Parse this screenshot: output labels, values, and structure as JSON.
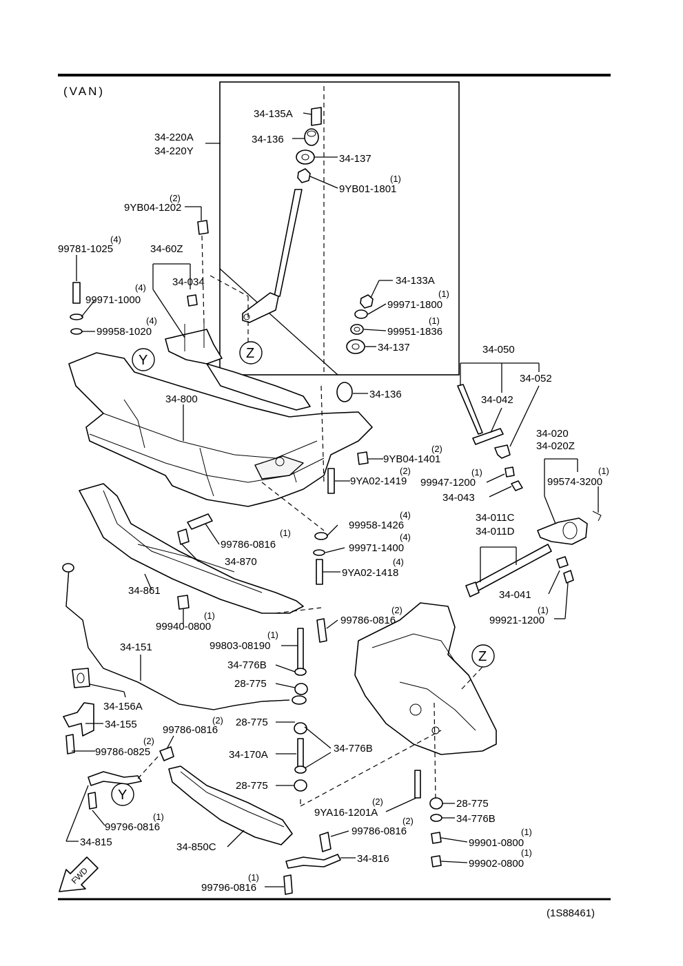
{
  "header": {
    "variant": "(VAN)"
  },
  "footer": {
    "diagram_code": "(1S88461)"
  },
  "markers": {
    "y": "Y",
    "z": "Z",
    "fwd": "FWD"
  },
  "callouts": [
    {
      "id": "c1",
      "text": "34-135A"
    },
    {
      "id": "c2",
      "text": "34-136"
    },
    {
      "id": "c3",
      "text": "34-137"
    },
    {
      "id": "c4",
      "text": "9YB01-1801",
      "qty": "(1)"
    },
    {
      "id": "c5",
      "text": "34-220A"
    },
    {
      "id": "c6",
      "text": "34-220Y"
    },
    {
      "id": "c7",
      "text": "9YB04-1202",
      "qty": "(2)"
    },
    {
      "id": "c8",
      "text": "99781-1025",
      "qty": "(4)"
    },
    {
      "id": "c9",
      "text": "34-60Z"
    },
    {
      "id": "c10",
      "text": "34-034"
    },
    {
      "id": "c11",
      "text": "99971-1000",
      "qty": "(4)"
    },
    {
      "id": "c12",
      "text": "99958-1020",
      "qty": "(4)"
    },
    {
      "id": "c13",
      "text": "34-133A"
    },
    {
      "id": "c14",
      "text": "99971-1800",
      "qty": "(1)"
    },
    {
      "id": "c15",
      "text": "99951-1836",
      "qty": "(1)"
    },
    {
      "id": "c16",
      "text": "34-137"
    },
    {
      "id": "c17",
      "text": "34-136"
    },
    {
      "id": "c18",
      "text": "34-050"
    },
    {
      "id": "c19",
      "text": "34-052"
    },
    {
      "id": "c20",
      "text": "34-042"
    },
    {
      "id": "c21",
      "text": "34-800"
    },
    {
      "id": "c22",
      "text": "9YB04-1401",
      "qty": "(2)"
    },
    {
      "id": "c23",
      "text": "9YA02-1419",
      "qty": "(2)"
    },
    {
      "id": "c24",
      "text": "34-020"
    },
    {
      "id": "c25",
      "text": "34-020Z"
    },
    {
      "id": "c26",
      "text": "99574-3200",
      "qty": "(1)"
    },
    {
      "id": "c27",
      "text": "99947-1200",
      "qty": "(1)"
    },
    {
      "id": "c28",
      "text": "34-043"
    },
    {
      "id": "c29",
      "text": "99958-1426",
      "qty": "(4)"
    },
    {
      "id": "c30",
      "text": "99971-1400",
      "qty": "(4)"
    },
    {
      "id": "c31",
      "text": "9YA02-1418",
      "qty": "(4)"
    },
    {
      "id": "c32",
      "text": "99786-0816",
      "qty": "(1)"
    },
    {
      "id": "c33",
      "text": "34-870"
    },
    {
      "id": "c34",
      "text": "34-011C"
    },
    {
      "id": "c35",
      "text": "34-011D"
    },
    {
      "id": "c36",
      "text": "34-861"
    },
    {
      "id": "c37",
      "text": "34-041"
    },
    {
      "id": "c38",
      "text": "99921-1200",
      "qty": "(1)"
    },
    {
      "id": "c39",
      "text": "99940-0800",
      "qty": "(1)"
    },
    {
      "id": "c40",
      "text": "99786-0816",
      "qty": "(2)"
    },
    {
      "id": "c41",
      "text": "99803-08190",
      "qty": "(1)"
    },
    {
      "id": "c42",
      "text": "34-151"
    },
    {
      "id": "c43",
      "text": "34-776B"
    },
    {
      "id": "c44",
      "text": "28-775"
    },
    {
      "id": "c45",
      "text": "34-156A"
    },
    {
      "id": "c46",
      "text": "34-155"
    },
    {
      "id": "c47",
      "text": "99786-0816",
      "qty": "(2)"
    },
    {
      "id": "c48",
      "text": "28-775"
    },
    {
      "id": "c49",
      "text": "99786-0825",
      "qty": "(2)"
    },
    {
      "id": "c50",
      "text": "34-170A"
    },
    {
      "id": "c51",
      "text": "34-776B"
    },
    {
      "id": "c52",
      "text": "28-775"
    },
    {
      "id": "c53",
      "text": "9YA16-1201A",
      "qty": "(2)"
    },
    {
      "id": "c54",
      "text": "28-775"
    },
    {
      "id": "c55",
      "text": "34-776B"
    },
    {
      "id": "c56",
      "text": "99796-0816",
      "qty": "(1)"
    },
    {
      "id": "c57",
      "text": "99786-0816",
      "qty": "(2)"
    },
    {
      "id": "c58",
      "text": "34-815"
    },
    {
      "id": "c59",
      "text": "34-850C"
    },
    {
      "id": "c60",
      "text": "99901-0800",
      "qty": "(1)"
    },
    {
      "id": "c61",
      "text": "99902-0800",
      "qty": "(1)"
    },
    {
      "id": "c62",
      "text": "34-816"
    },
    {
      "id": "c63",
      "text": "99796-0816",
      "qty": "(1)"
    }
  ]
}
